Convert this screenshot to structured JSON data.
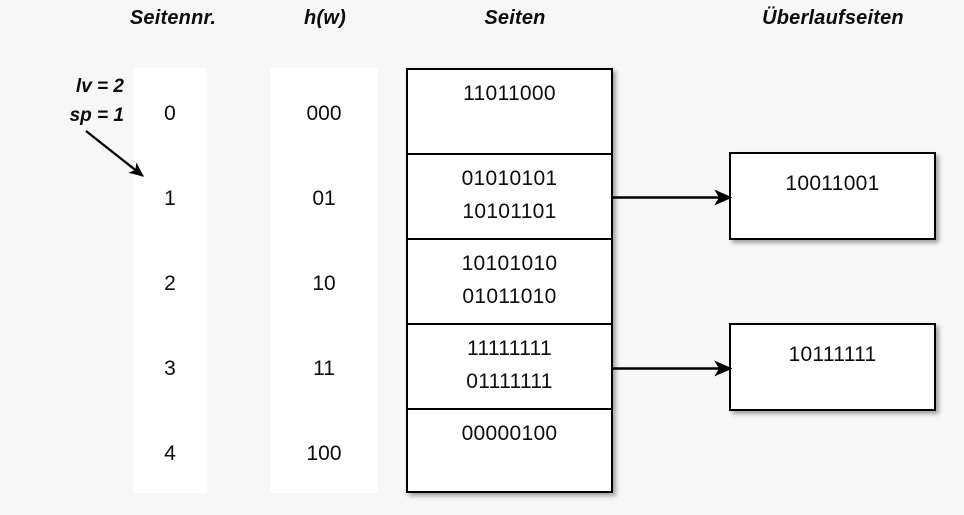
{
  "background_color": "#f7f7f7",
  "ink_color": "#0d0d0d",
  "headers": {
    "seitennr": "Seitennr.",
    "hw": "h(w)",
    "seiten": "Seiten",
    "ueberlaufseiten": "Überlaufseiten"
  },
  "params": {
    "lv": "lv = 2",
    "sp": "sp = 1",
    "pointer_icon": "diagonal-arrow-icon"
  },
  "columns": {
    "seitennr": [
      "0",
      "1",
      "2",
      "3",
      "4"
    ],
    "hw": [
      "000",
      "01",
      "10",
      "11",
      "100"
    ]
  },
  "pages": [
    {
      "index": 0,
      "records": [
        "11011000"
      ]
    },
    {
      "index": 1,
      "records": [
        "01010101",
        "10101101"
      ]
    },
    {
      "index": 2,
      "records": [
        "10101010",
        "01011010"
      ]
    },
    {
      "index": 3,
      "records": [
        "11111111",
        "01111111"
      ]
    },
    {
      "index": 4,
      "records": [
        "00000100"
      ]
    }
  ],
  "overflow_pages": [
    {
      "from_page": 1,
      "records": [
        "10011001"
      ]
    },
    {
      "from_page": 3,
      "records": [
        "10111111"
      ]
    }
  ],
  "connectors": [
    {
      "name": "arrow-page1-to-overflow0",
      "from_page": 1,
      "to_overflow": 0
    },
    {
      "name": "arrow-page3-to-overflow1",
      "from_page": 3,
      "to_overflow": 1
    }
  ]
}
